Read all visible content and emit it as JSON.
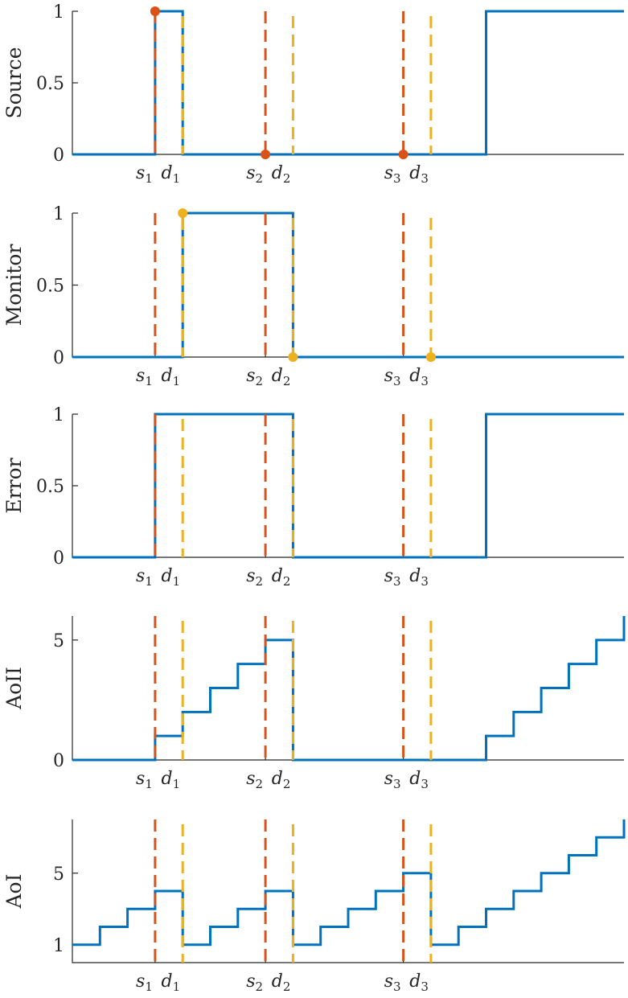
{
  "colors": {
    "signal": "#0072BD",
    "source_event": "#D95319",
    "delivery_event": "#EDB120",
    "axis": "#262626"
  },
  "events": [
    {
      "s_label": "s",
      "s_sub": "1",
      "d_label": "d",
      "d_sub": "1",
      "s_t": 3,
      "d_t": 4
    },
    {
      "s_label": "s",
      "s_sub": "2",
      "d_label": "d",
      "d_sub": "2",
      "s_t": 7,
      "d_t": 8
    },
    {
      "s_label": "s",
      "s_sub": "3",
      "d_label": "d",
      "d_sub": "3",
      "s_t": 12,
      "d_t": 13
    }
  ],
  "chart_data": [
    {
      "type": "line",
      "ylabel": "Source",
      "xlim": [
        0,
        20
      ],
      "ylim": [
        0,
        1
      ],
      "yticks": [
        0,
        0.5,
        1
      ],
      "ytick_labels": [
        "0",
        "0.5",
        "1"
      ],
      "series": [
        {
          "step": true,
          "x": [
            0,
            3,
            3,
            4,
            4,
            15,
            15,
            20
          ],
          "y": [
            0,
            0,
            1,
            1,
            0,
            0,
            1,
            1
          ]
        }
      ],
      "markers": [
        {
          "x": 3,
          "y": 1,
          "color": "source_event"
        },
        {
          "x": 7,
          "y": 0,
          "color": "source_event"
        },
        {
          "x": 12,
          "y": 0,
          "color": "source_event"
        }
      ]
    },
    {
      "type": "line",
      "ylabel": "Monitor",
      "xlim": [
        0,
        20
      ],
      "ylim": [
        0,
        1
      ],
      "yticks": [
        0,
        0.5,
        1
      ],
      "ytick_labels": [
        "0",
        "0.5",
        "1"
      ],
      "series": [
        {
          "step": true,
          "x": [
            0,
            4,
            4,
            8,
            8,
            20
          ],
          "y": [
            0,
            0,
            1,
            1,
            0,
            0
          ]
        }
      ],
      "markers": [
        {
          "x": 4,
          "y": 1,
          "color": "delivery_event"
        },
        {
          "x": 8,
          "y": 0,
          "color": "delivery_event"
        },
        {
          "x": 13,
          "y": 0,
          "color": "delivery_event"
        }
      ]
    },
    {
      "type": "line",
      "ylabel": "Error",
      "xlim": [
        0,
        20
      ],
      "ylim": [
        0,
        1
      ],
      "yticks": [
        0,
        0.5,
        1
      ],
      "ytick_labels": [
        "0",
        "0.5",
        "1"
      ],
      "series": [
        {
          "step": true,
          "x": [
            0,
            3,
            3,
            8,
            8,
            15,
            15,
            20
          ],
          "y": [
            0,
            0,
            1,
            1,
            0,
            0,
            1,
            1
          ]
        }
      ],
      "markers": []
    },
    {
      "type": "line",
      "ylabel": "AoII",
      "xlim": [
        0,
        20
      ],
      "ylim": [
        0,
        6
      ],
      "yticks": [
        0,
        5
      ],
      "ytick_labels": [
        "0",
        "5"
      ],
      "series": [
        {
          "step": true,
          "x": [
            0,
            3,
            3,
            4,
            4,
            5,
            5,
            6,
            6,
            7,
            7,
            8,
            8,
            15,
            15,
            16,
            16,
            17,
            17,
            18,
            18,
            19,
            19,
            20,
            20
          ],
          "y": [
            0,
            0,
            1,
            1,
            2,
            2,
            3,
            3,
            4,
            4,
            5,
            5,
            0,
            0,
            1,
            1,
            2,
            2,
            3,
            3,
            4,
            4,
            5,
            5,
            6
          ]
        }
      ],
      "markers": []
    },
    {
      "type": "line",
      "ylabel": "AoI",
      "xlim": [
        0,
        20
      ],
      "ylim": [
        0,
        8
      ],
      "yticks": [
        1,
        5
      ],
      "ytick_labels": [
        "1",
        "5"
      ],
      "series": [
        {
          "step": true,
          "x": [
            0,
            1,
            1,
            2,
            2,
            3,
            3,
            4,
            4,
            5,
            5,
            6,
            6,
            7,
            7,
            8,
            8,
            9,
            9,
            10,
            10,
            11,
            11,
            12,
            12,
            13,
            13,
            14,
            14,
            15,
            15,
            16,
            16,
            17,
            17,
            18,
            18,
            19,
            19,
            20,
            20
          ],
          "y": [
            1,
            1,
            2,
            2,
            3,
            3,
            4,
            4,
            1,
            1,
            2,
            2,
            3,
            3,
            4,
            4,
            1,
            1,
            2,
            2,
            3,
            3,
            4,
            4,
            5,
            5,
            1,
            1,
            2,
            2,
            3,
            3,
            4,
            4,
            5,
            5,
            6,
            6,
            7,
            7,
            8
          ]
        }
      ],
      "markers": []
    }
  ]
}
